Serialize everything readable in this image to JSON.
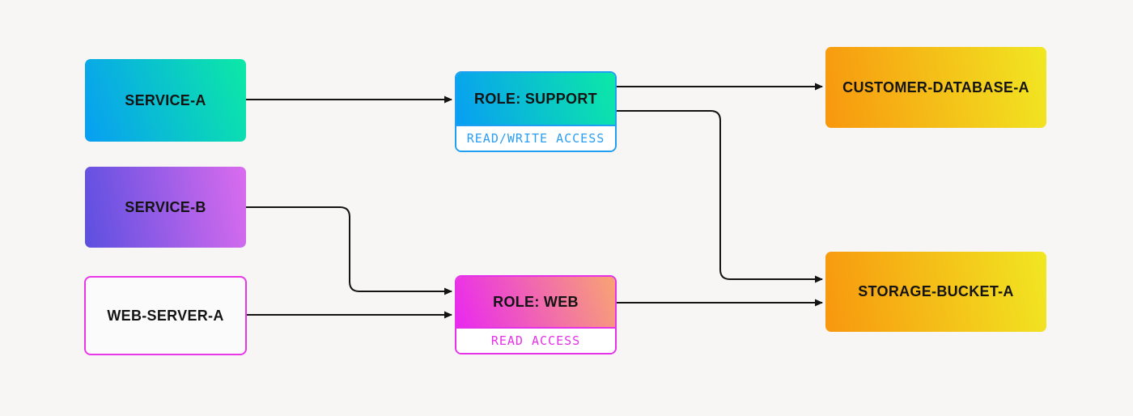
{
  "diagram": {
    "type": "access-control-flow",
    "background_color": "#f7f6f4",
    "edge_color": "#141414"
  },
  "nodes": {
    "service_a": {
      "label": "SERVICE-A",
      "kind": "service",
      "gradient_from": "#089ef3",
      "gradient_to": "#0ce9a6"
    },
    "service_b": {
      "label": "SERVICE-B",
      "kind": "service",
      "gradient_from": "#5c4fe0",
      "gradient_to": "#da6cee"
    },
    "web_server_a": {
      "label": "WEB-SERVER-A",
      "kind": "server",
      "fill": "#fcfbfb",
      "border_color": "#e838e8"
    },
    "role_support": {
      "label": "ROLE: SUPPORT",
      "kind": "role",
      "access_label": "READ/WRITE ACCESS",
      "gradient_from": "#089ef3",
      "gradient_to": "#0ce9a6",
      "border_color": "#1e9ff2",
      "access_text_color": "#2a9df4"
    },
    "role_web": {
      "label": "ROLE: WEB",
      "kind": "role",
      "access_label": "READ ACCESS",
      "gradient_from": "#e928f0",
      "gradient_to": "#f8a473",
      "border_color": "#e531e8",
      "access_text_color": "#e531e8"
    },
    "customer_database_a": {
      "label": "CUSTOMER-DATABASE-A",
      "kind": "resource",
      "gradient_from": "#f8970e",
      "gradient_to": "#f1e722"
    },
    "storage_bucket_a": {
      "label": "STORAGE-BUCKET-A",
      "kind": "resource",
      "gradient_from": "#f8970e",
      "gradient_to": "#f1e722"
    }
  },
  "edges": [
    {
      "from": "service-a",
      "to": "role-support"
    },
    {
      "from": "role-support",
      "to": "customer-database-a"
    },
    {
      "from": "role-support",
      "to": "storage-bucket-a"
    },
    {
      "from": "service-b",
      "to": "role-web"
    },
    {
      "from": "web-server-a",
      "to": "role-web"
    },
    {
      "from": "role-web",
      "to": "storage-bucket-a"
    }
  ]
}
